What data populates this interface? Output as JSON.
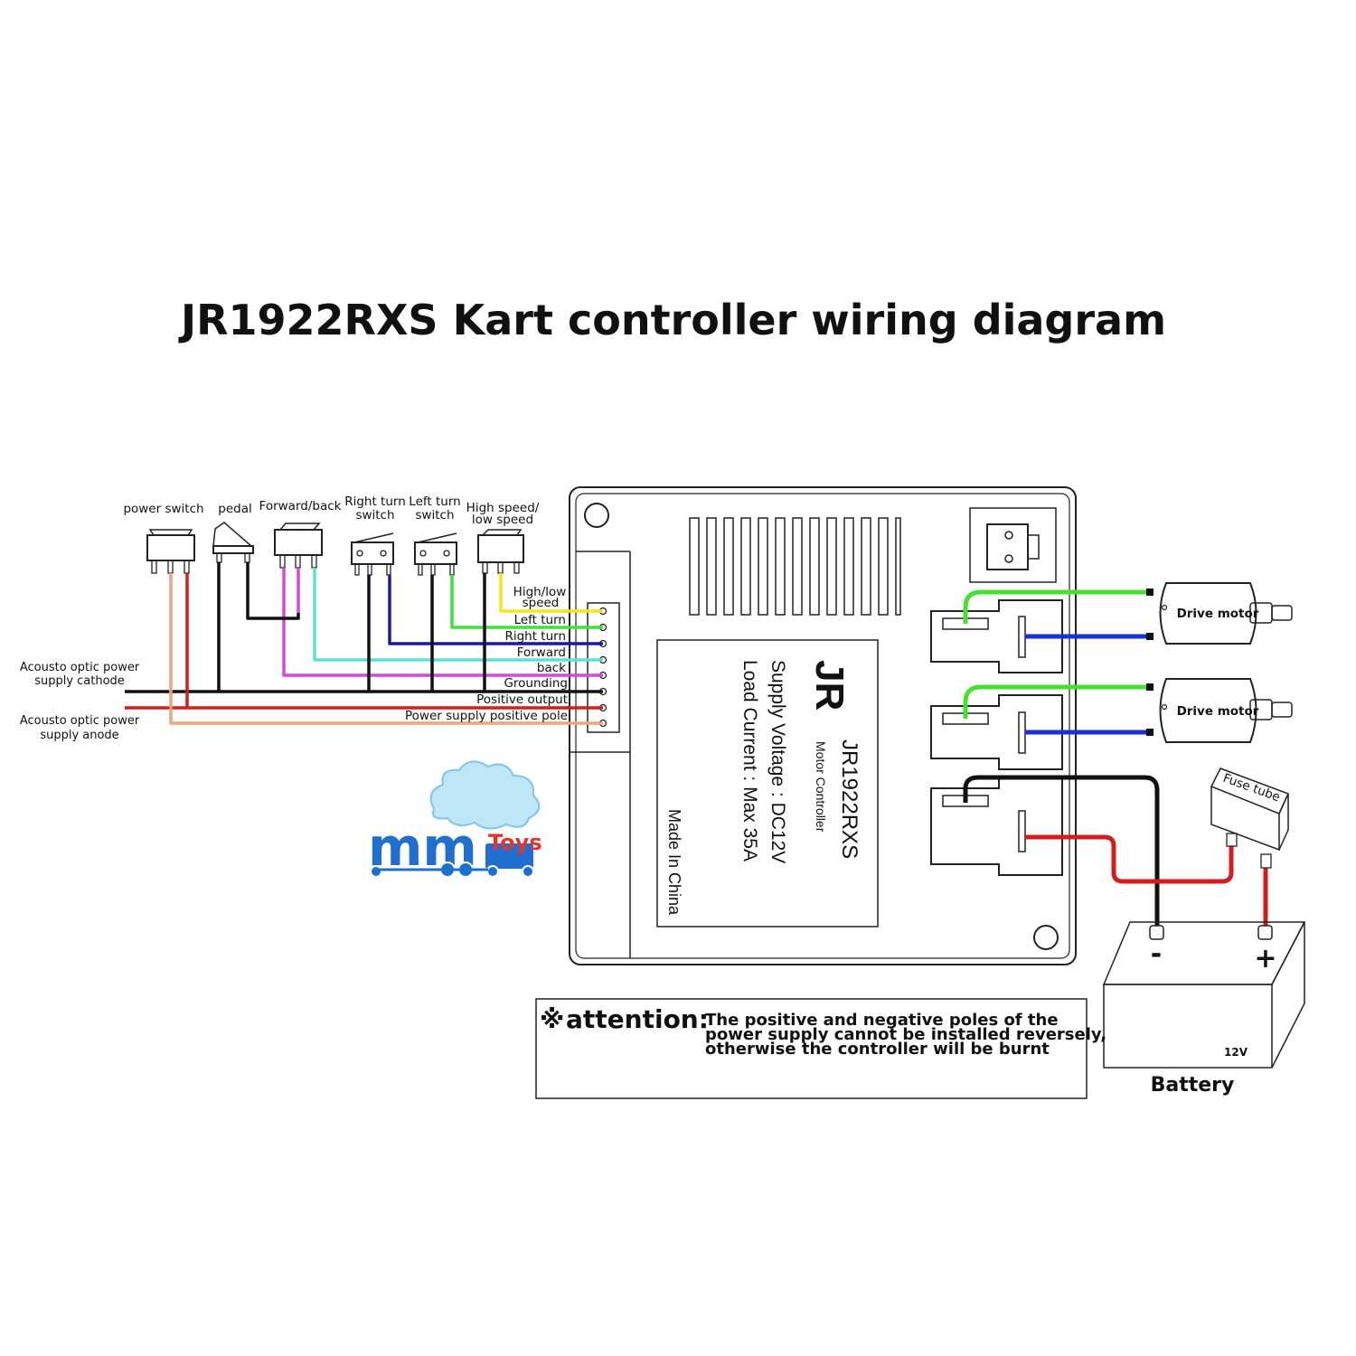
{
  "title": "JR1922RXS Kart controller wiring diagram",
  "switches": {
    "power_switch": "power switch",
    "pedal": "pedal",
    "forward_back": "Forward/back",
    "right_turn_1": "Right turn",
    "right_turn_2": "switch",
    "left_turn_1": "Left turn",
    "left_turn_2": "switch",
    "high_speed_1": "High speed/",
    "high_speed_2": "low speed"
  },
  "wires": {
    "high_low_1": "High/low",
    "high_low_2": "speed",
    "left_turn": "Left turn",
    "right_turn": "Right turn",
    "forward": "Forward",
    "back": "back",
    "grounding": "Grounding",
    "positive_output": "Positive output",
    "power_positive": "Power supply positive pole"
  },
  "side_labels": {
    "cathode_1": "Acousto optic power",
    "cathode_2": "supply cathode",
    "anode_1": "Acousto optic power",
    "anode_2": "supply anode"
  },
  "controller_label": {
    "logo": "JR",
    "model": "JR1922RXS",
    "subtitle": "Motor Controller",
    "voltage": "Supply Voltage : DC12V",
    "current": "Load Current : Max 35A",
    "origin": "Made In China"
  },
  "motors": [
    "Drive motor",
    "Drive motor"
  ],
  "fuse": "Fuse tube",
  "battery": {
    "label": "Battery",
    "voltage": "12V",
    "negative": "-",
    "positive": "+"
  },
  "attention": {
    "symbol": "※",
    "heading": "attention:",
    "line1": "The positive and negative poles of the",
    "line2": "power supply cannot be installed reversely,",
    "line3": "otherwise the controller will be burnt"
  },
  "logo": {
    "brand": "mm",
    "toys": "Toys"
  },
  "colors": {
    "yellow": "#f5e61c",
    "green": "#3ee23e",
    "navy": "#1a1aa0",
    "blue": "#1f3fd6",
    "cyan": "#5fe0d0",
    "magenta": "#d24ad6",
    "black": "#111111",
    "red": "#d51c1c",
    "salmon": "#f2a27c",
    "motor_green": "#44e034",
    "motor_blue": "#1b2fd8",
    "logo_blue": "#1f6fd0",
    "logo_red": "#e8322b"
  }
}
